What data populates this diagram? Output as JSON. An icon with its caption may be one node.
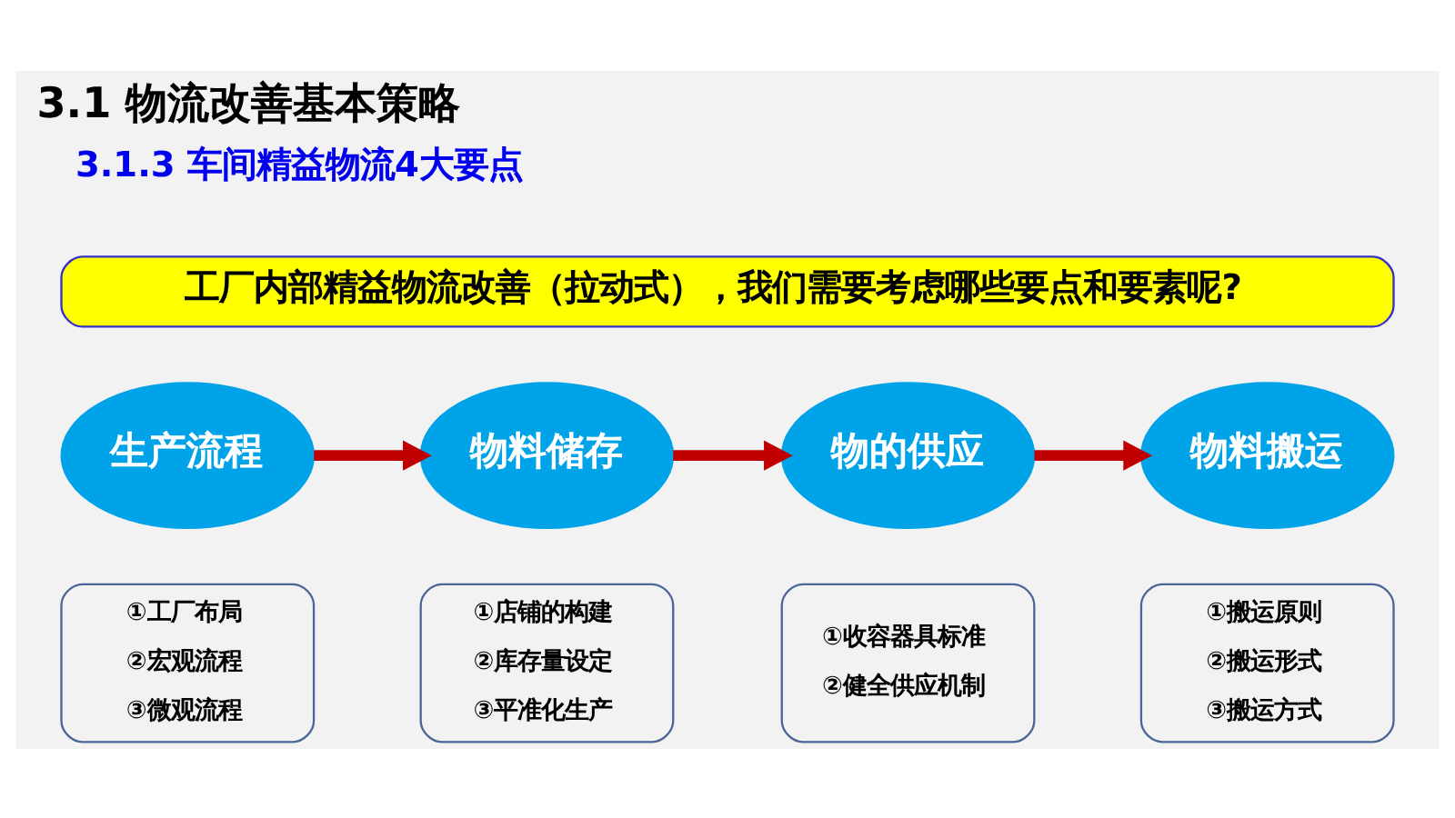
{
  "diagram": {
    "title": "3.1 物流改善基本策略",
    "nodes": [
      {
        "text": [
          "工厂内部精益物流改善（拉动式），我们需要考虑哪些要点和要素呢?"
        ]
      },
      {
        "text": [
          "生产流程"
        ]
      },
      {
        "text": [
          "物料储存"
        ]
      },
      {
        "text": [
          "物的供应"
        ]
      },
      {
        "text": [
          "物料搬运"
        ]
      },
      {
        "text": [
          "①工厂布局",
          "②宏观流程",
          "③微观流程"
        ]
      },
      {
        "text": [
          "①店铺的构建",
          "②库存量设定",
          "③平准化生产"
        ]
      },
      {
        "text": [
          "①收容器具标准",
          "②健全供应机制"
        ]
      },
      {
        "text": [
          "①搬运原则",
          "②搬运形式",
          "③搬运方式"
        ]
      }
    ],
    "edges": [
      {
        "from": 1,
        "to": 2,
        "arrow": "to"
      },
      {
        "from": 2,
        "to": 3,
        "arrow": "to"
      },
      {
        "from": 3,
        "to": 4,
        "arrow": "to"
      }
    ],
    "labels": [
      "3.1.3 车间精益物流4大要点"
    ]
  }
}
